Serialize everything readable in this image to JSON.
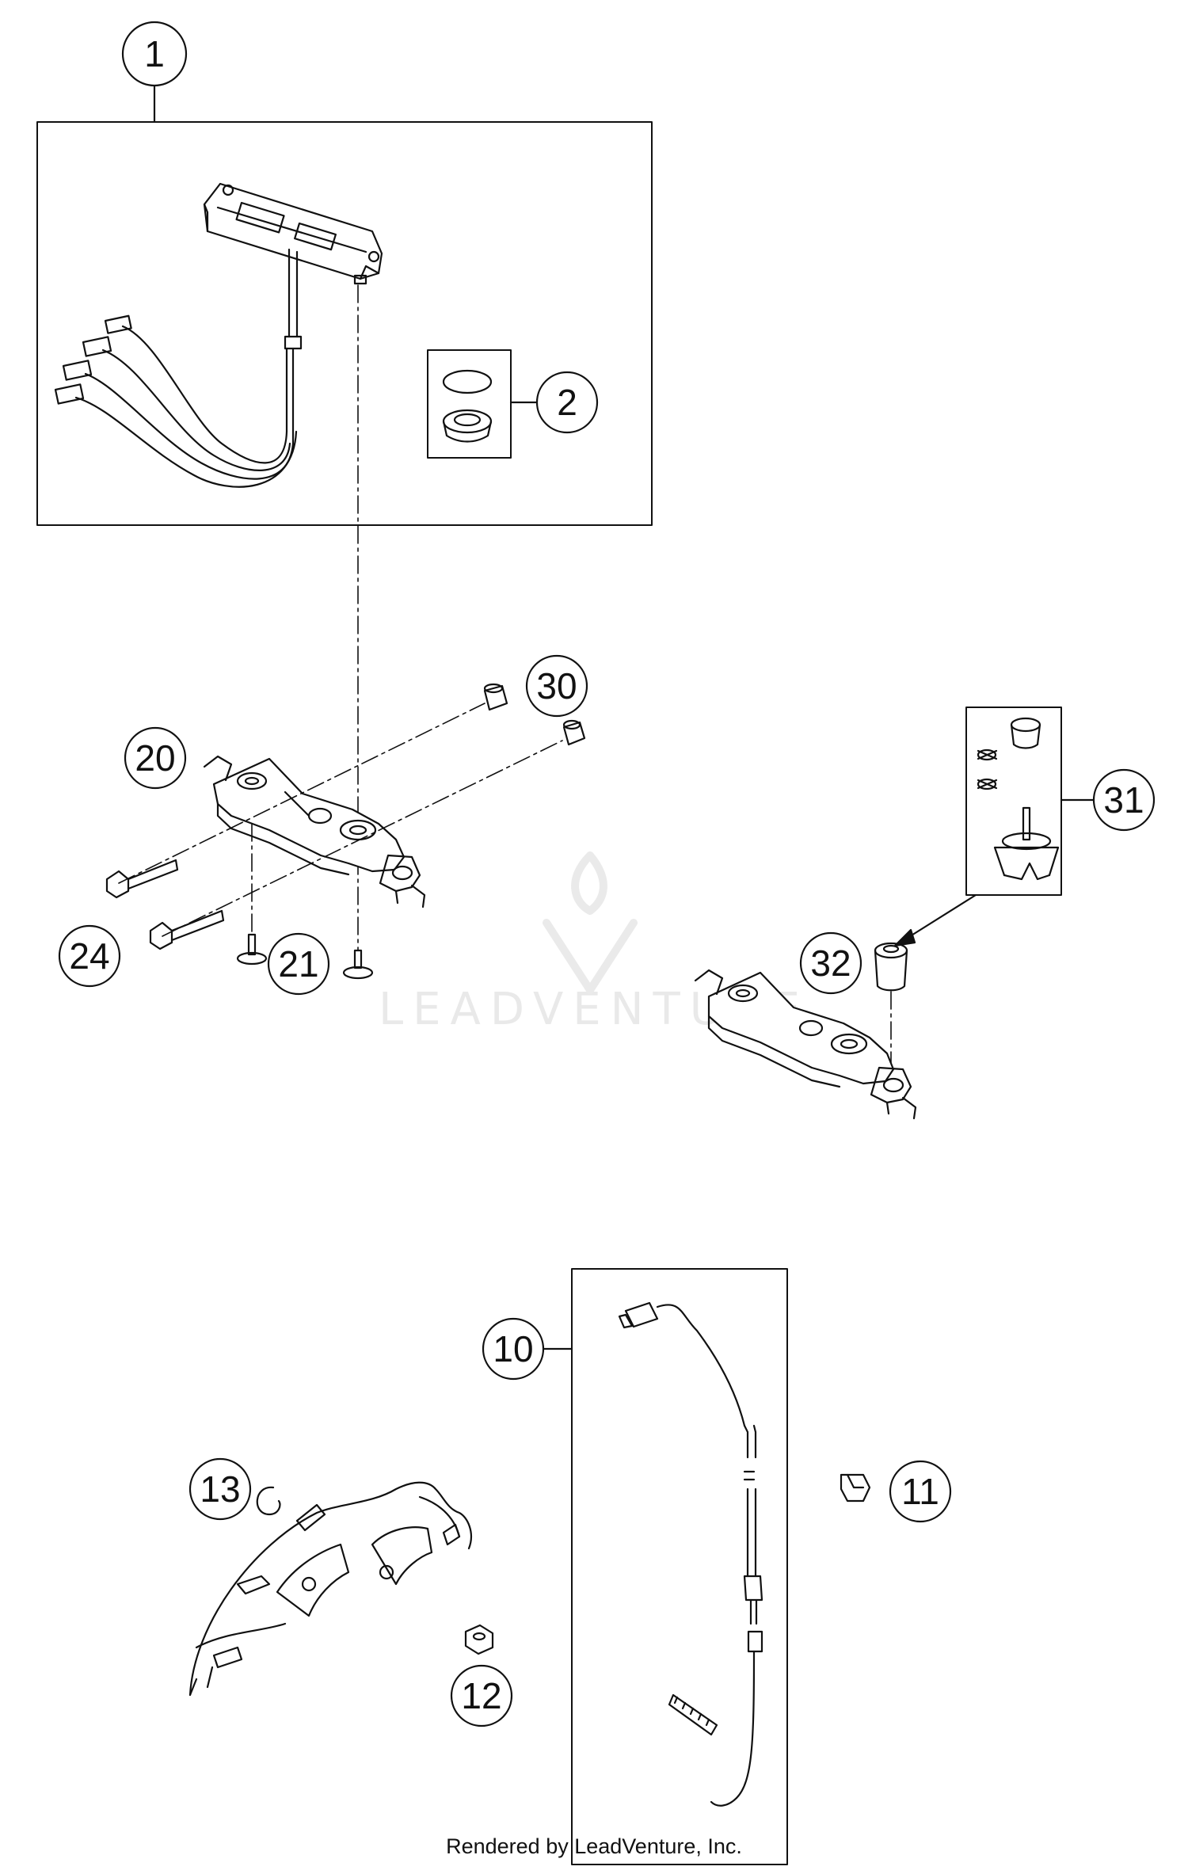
{
  "callouts": [
    {
      "id": "1",
      "label": "1"
    },
    {
      "id": "2",
      "label": "2"
    },
    {
      "id": "10",
      "label": "10"
    },
    {
      "id": "11",
      "label": "11"
    },
    {
      "id": "12",
      "label": "12"
    },
    {
      "id": "13",
      "label": "13"
    },
    {
      "id": "20",
      "label": "20"
    },
    {
      "id": "21",
      "label": "21"
    },
    {
      "id": "24",
      "label": "24"
    },
    {
      "id": "30",
      "label": "30"
    },
    {
      "id": "31",
      "label": "31"
    },
    {
      "id": "32",
      "label": "32"
    }
  ],
  "watermark": "LEADVENTURE",
  "footer": "Rendered by LeadVenture, Inc."
}
